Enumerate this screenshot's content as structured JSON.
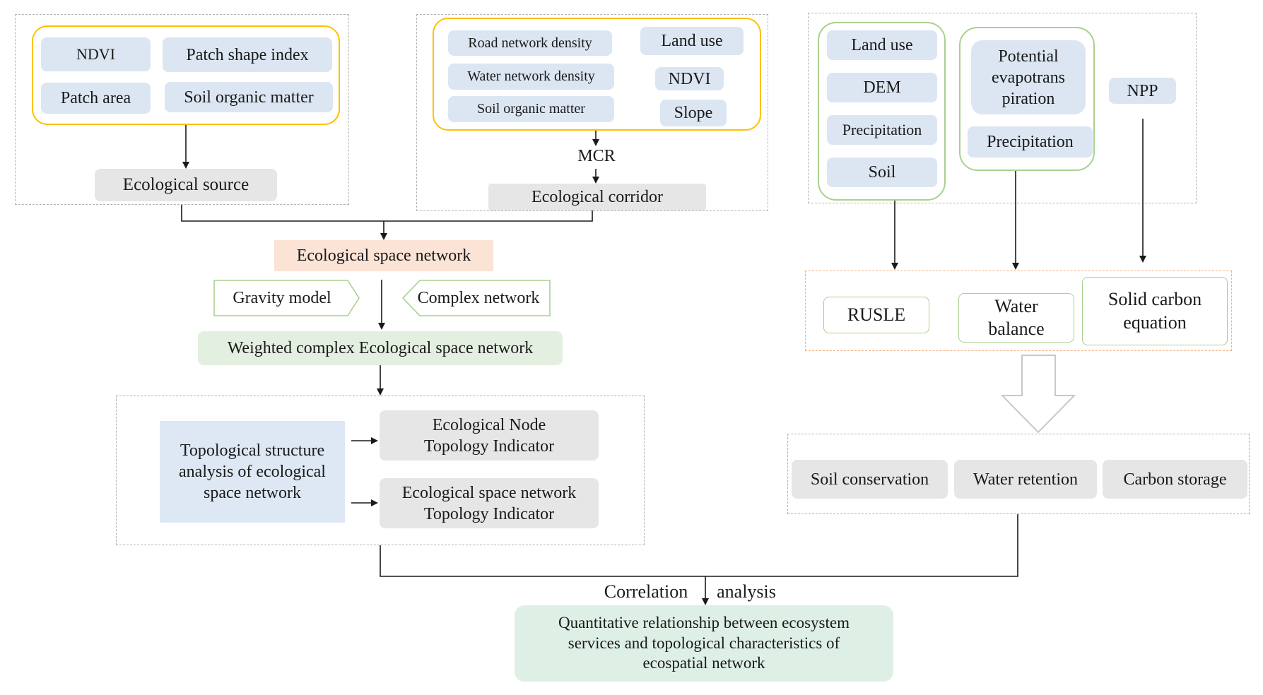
{
  "source_inputs": [
    "NDVI",
    "Patch shape index",
    "Patch area",
    "Soil organic matter"
  ],
  "ecological_source": "Ecological source",
  "corridor_inputs": [
    "Road network density",
    "Land use",
    "Water network density",
    "NDVI",
    "Soil organic matter",
    "Slope"
  ],
  "mcr": "MCR",
  "ecological_corridor": "Ecological corridor",
  "ecological_space_network": "Ecological space network",
  "gravity_model": "Gravity model",
  "complex_network": "Complex network",
  "weighted_network": "Weighted complex Ecological space network",
  "topology_analysis": "Topological structure\nanalysis  of ecological\nspace network",
  "node_indicator": "Ecological Node\nTopology Indicator",
  "network_indicator": "Ecological space network\nTopology Indicator",
  "es_inputs_a": [
    "Land use",
    "DEM",
    "Precipitation",
    "Soil"
  ],
  "es_inputs_b": [
    "Potential\nevapotrans\npiration",
    "Precipitation"
  ],
  "npp": "NPP",
  "models": [
    "RUSLE",
    "Water\nbalance",
    "Solid carbon\nequation"
  ],
  "services": [
    "Soil conservation",
    "Water retention",
    "Carbon storage"
  ],
  "correlation_word1": "Correlation",
  "correlation_word2": "analysis",
  "final_result": "Quantitative  relationship  between ecosystem\nservices and topological characteristics of\necospatial network"
}
